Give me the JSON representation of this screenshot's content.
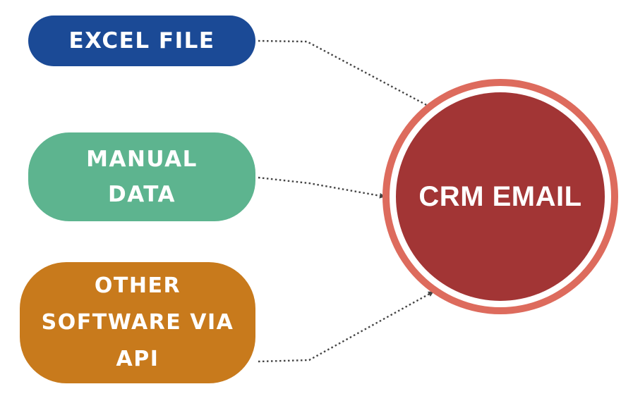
{
  "sources": {
    "excel": {
      "label": "EXCEL FILE",
      "color": "#1b4a96"
    },
    "manual": {
      "lines": [
        "MANUAL",
        "DATA"
      ],
      "color": "#5db48f"
    },
    "other": {
      "lines": [
        "OTHER",
        "SOFTWARE VIA",
        "API"
      ],
      "color": "#c87a1c"
    }
  },
  "target": {
    "label": "CRM EMAIL",
    "fill_color": "#a23535",
    "ring_color": "#dd6b5d"
  },
  "connector_color": "#444444"
}
